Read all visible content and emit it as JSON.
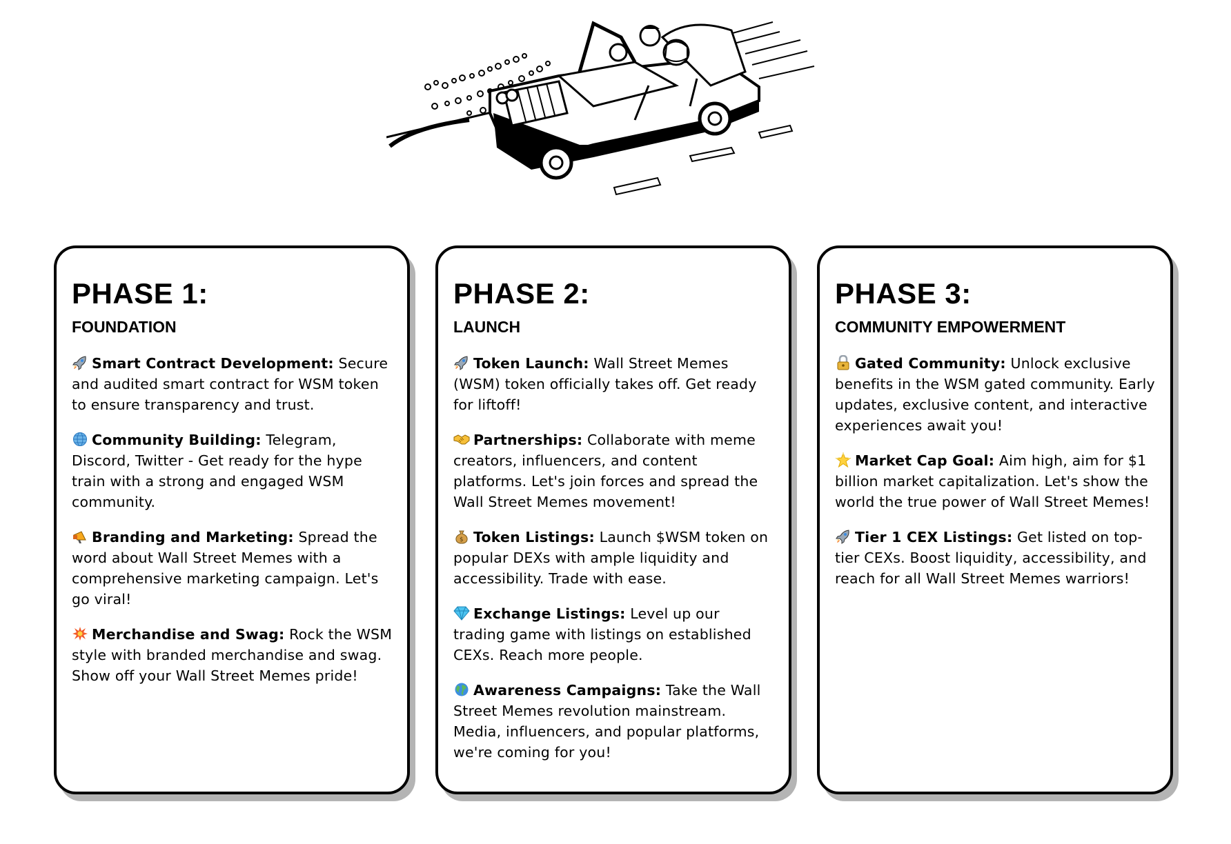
{
  "hero": {
    "image": "convertible-car-illustration"
  },
  "phases": [
    {
      "title": "PHASE 1:",
      "subtitle": "FOUNDATION",
      "items": [
        {
          "icon": "rocket-icon",
          "label": "Smart Contract Development:",
          "text": " Secure and audited smart contract for WSM token to ensure transparency and trust."
        },
        {
          "icon": "globe-icon",
          "label": "Community Building:",
          "text": " Telegram, Discord, Twitter - Get ready for the hype train with a strong and engaged WSM community."
        },
        {
          "icon": "megaphone-icon",
          "label": "Branding and Marketing:",
          "text": " Spread the word about Wall Street Memes with a comprehensive marketing campaign. Let's go viral!"
        },
        {
          "icon": "explosion-icon",
          "label": "Merchandise and Swag:",
          "text": " Rock the WSM style with branded merchandise and swag. Show off your Wall Street Memes pride!"
        }
      ]
    },
    {
      "title": "PHASE 2:",
      "subtitle": "LAUNCH",
      "items": [
        {
          "icon": "rocket-icon",
          "label": "Token Launch:",
          "text": " Wall Street Memes (WSM) token officially takes off. Get ready for liftoff!"
        },
        {
          "icon": "handshake-icon",
          "label": "Partnerships:",
          "text": " Collaborate with meme creators, influencers, and content platforms. Let's join forces and spread the Wall Street Memes movement!"
        },
        {
          "icon": "money-bag-icon",
          "label": "Token Listings:",
          "text": " Launch $WSM token on popular DEXs with ample liquidity and accessibility. Trade with ease."
        },
        {
          "icon": "gem-icon",
          "label": "Exchange Listings:",
          "text": " Level up our trading game with listings on established CEXs. Reach more people."
        },
        {
          "icon": "earth-icon",
          "label": "Awareness Campaigns:",
          "text": " Take the Wall Street Memes revolution mainstream. Media, influencers, and popular platforms, we're coming for you!"
        }
      ]
    },
    {
      "title": "PHASE 3:",
      "subtitle": "COMMUNITY EMPOWERMENT",
      "items": [
        {
          "icon": "lock-icon",
          "label": "Gated Community:",
          "text": " Unlock exclusive benefits in the WSM gated community. Early updates, exclusive content, and interactive experiences await you!"
        },
        {
          "icon": "star-icon",
          "label": "Market Cap Goal:",
          "text": " Aim high, aim for $1 billion market capitalization. Let's show the world the true power of Wall Street Memes!"
        },
        {
          "icon": "rocket-icon",
          "label": "Tier 1 CEX Listings:",
          "text": " Get listed on top-tier CEXs. Boost liquidity, accessibility, and reach for all Wall Street Memes warriors!"
        }
      ]
    }
  ]
}
